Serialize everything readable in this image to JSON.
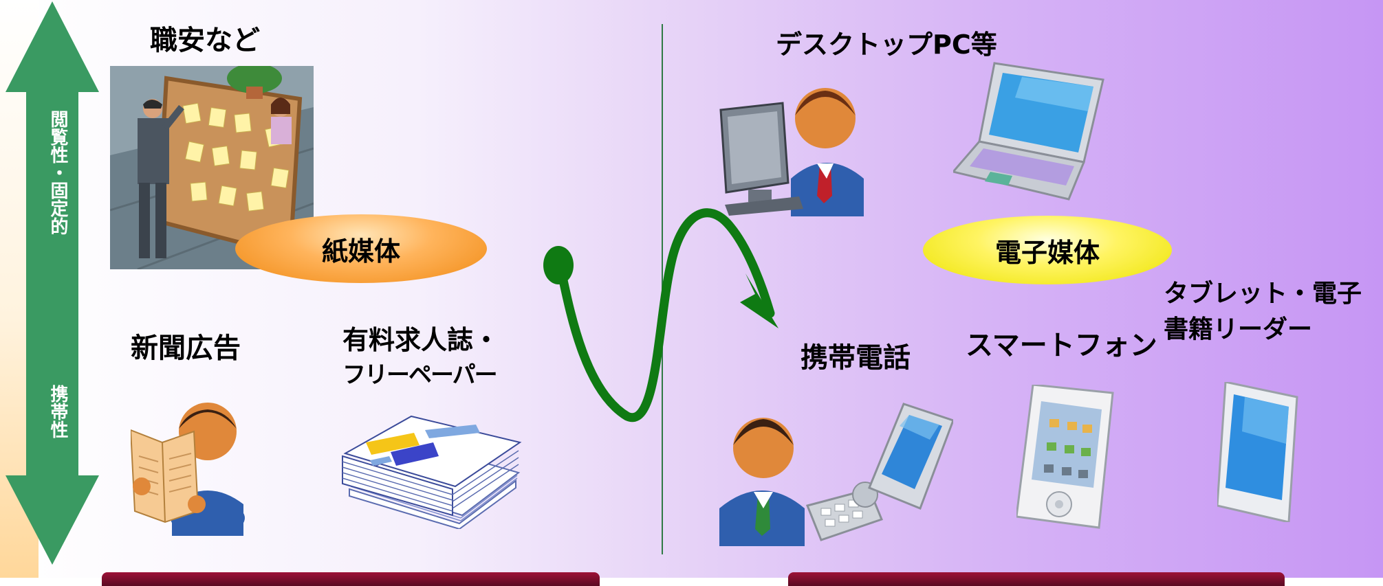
{
  "axis": {
    "top_label": "閲覧性・固定的",
    "bottom_label": "携帯性",
    "color": "#3a9a62"
  },
  "paper": {
    "bulletin_label": "職安など",
    "ellipse_label": "紙媒体",
    "newspaper_label": "新聞広告",
    "magazine_line1": "有料求人誌・",
    "magazine_line2": "フリーペーパー"
  },
  "digital": {
    "desktop_label": "デスクトップPC等",
    "ellipse_label": "電子媒体",
    "mobile_label": "携帯電話",
    "smartphone_label": "スマートフォン",
    "tablet_line1": "タブレット・電子",
    "tablet_line2": "書籍リーダー"
  },
  "colors": {
    "curve": "#0f7a13",
    "bar": "#7a0e2c"
  }
}
